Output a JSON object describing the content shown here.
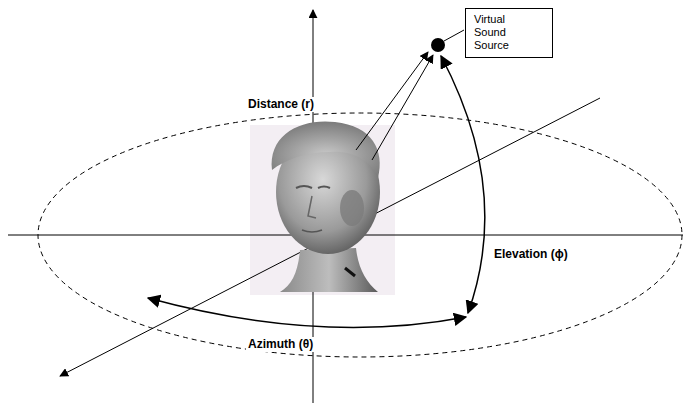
{
  "diagram": {
    "nodes": [
      {
        "text": [
          "Virtual Sound Source"
        ]
      }
    ],
    "labels": [
      "Distance (r)",
      "Elevation (ϕ)",
      "Azimuth (θ)"
    ]
  }
}
